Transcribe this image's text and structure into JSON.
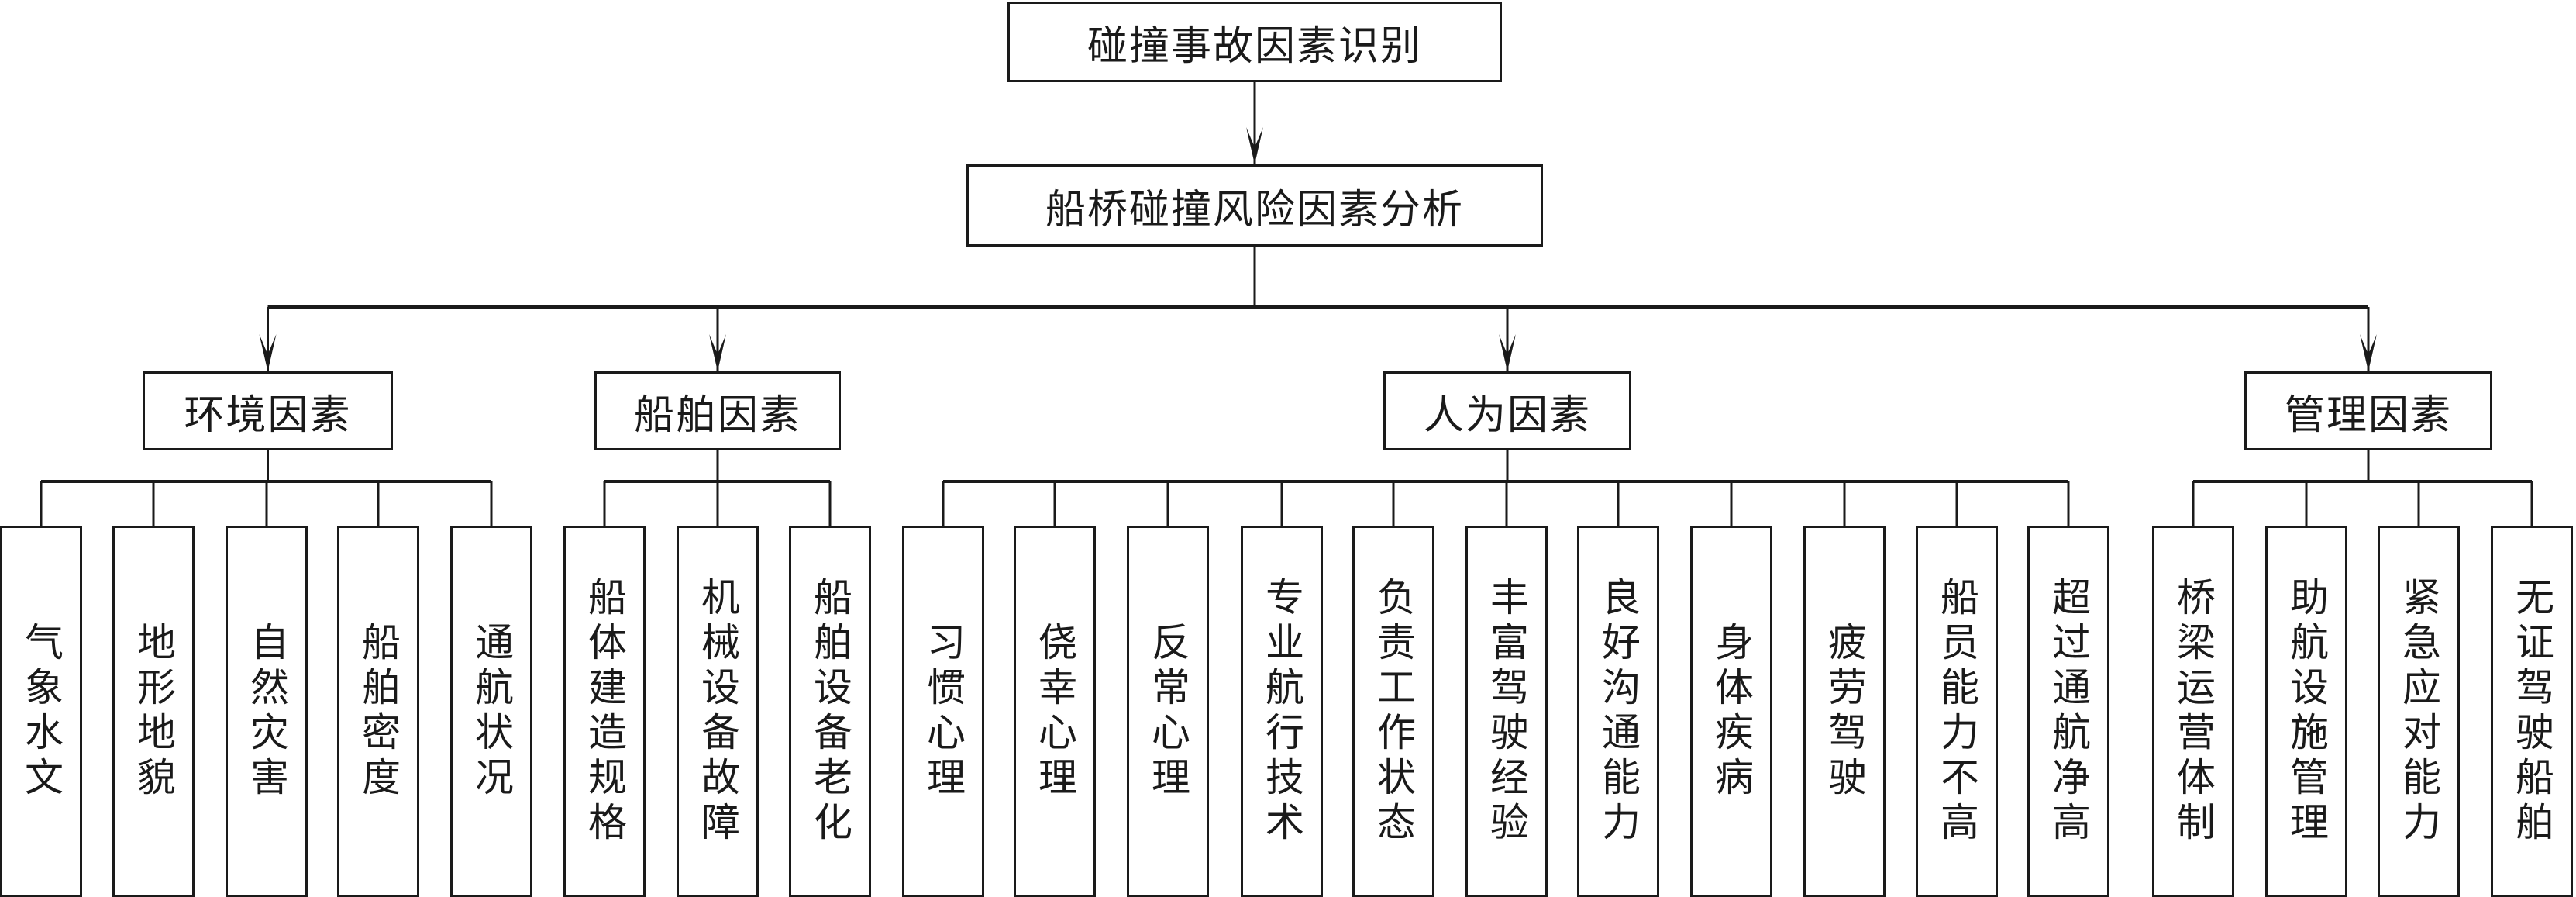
{
  "root": {
    "label": "碰撞事故因素识别"
  },
  "analysis": {
    "label": "船桥碰撞风险因素分析"
  },
  "categories": [
    {
      "label": "环境因素",
      "children": [
        "气象水文",
        "地形地貌",
        "自然灾害",
        "船舶密度",
        "通航状况"
      ]
    },
    {
      "label": "船舶因素",
      "children": [
        "船体建造规格",
        "机械设备故障",
        "船舶设备老化"
      ]
    },
    {
      "label": "人为因素",
      "children": [
        "习惯心理",
        "侥幸心理",
        "反常心理",
        "专业航行技术",
        "负责工作状态",
        "丰富驾驶经验",
        "良好沟通能力",
        "身体疾病",
        "疲劳驾驶",
        "船员能力不高",
        "超过通航净高"
      ]
    },
    {
      "label": "管理因素",
      "children": [
        "桥梁运营体制",
        "助航设施管理",
        "紧急应对能力",
        "无证驾驶船舶"
      ]
    }
  ],
  "colors": {
    "line": "#1a1a1a",
    "background": "#ffffff"
  }
}
